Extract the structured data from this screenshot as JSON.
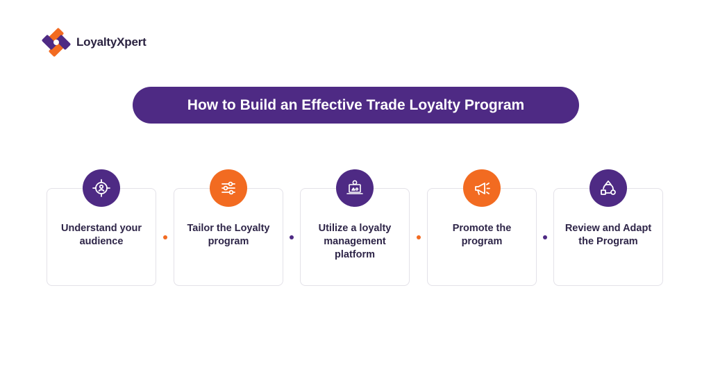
{
  "brand": {
    "name": "LoyaltyXpert"
  },
  "title": "How to Build an Effective Trade Loyalty Program",
  "colors": {
    "purple": "#4e2a84",
    "orange": "#f26b21",
    "text": "#2e2548"
  },
  "steps": [
    {
      "label": "Understand your audience",
      "icon": "target-user-icon",
      "color": "purple"
    },
    {
      "label": "Tailor the Loyalty program",
      "icon": "sliders-icon",
      "color": "orange"
    },
    {
      "label": "Utilize a loyalty management platform",
      "icon": "laptop-gear-icon",
      "color": "purple"
    },
    {
      "label": "Promote the program",
      "icon": "megaphone-icon",
      "color": "orange"
    },
    {
      "label": "Review and Adapt the Program",
      "icon": "review-cycle-icon",
      "color": "purple"
    }
  ],
  "connectors": [
    {
      "color": "orange"
    },
    {
      "color": "purple"
    },
    {
      "color": "orange"
    },
    {
      "color": "purple"
    }
  ]
}
